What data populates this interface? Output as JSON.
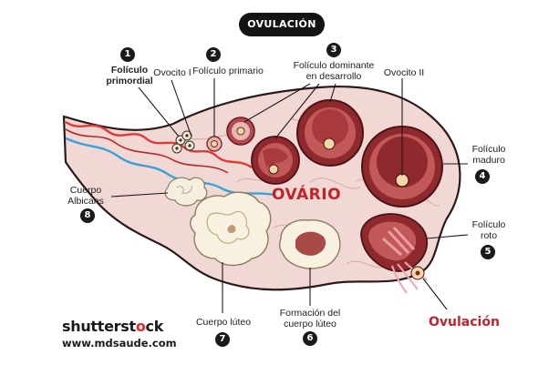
{
  "title": "OVULACIÓN",
  "organ_label": "OVÁRIO",
  "ovulation_label": "Ovulación",
  "brand": {
    "name_start": "shutterst",
    "name_o": "o",
    "name_end": "ck",
    "site": "www.mdsaude.com"
  },
  "labels": {
    "primordial": {
      "number": "1",
      "line1": "Folículo",
      "line2": "primordial"
    },
    "oocyte_one": {
      "text": "Ovocito I"
    },
    "primary": {
      "number": "2",
      "text": "Folículo primario"
    },
    "dominant": {
      "number": "3",
      "line1": "Folículo dominante",
      "line2": "en desarrollo"
    },
    "oocyte_two": {
      "text": "Ovocito II"
    },
    "mature": {
      "number": "4",
      "line1": "Folículo",
      "line2": "maduro"
    },
    "ruptured": {
      "number": "5",
      "line1": "Folículo",
      "line2": "roto"
    },
    "corpus_luteum_formation": {
      "number": "6",
      "line1": "Formación del",
      "line2": "cuerpo lúteo"
    },
    "corpus_luteum": {
      "number": "7",
      "text": "Cuerpo lúteo"
    },
    "corpus_albicans": {
      "number": "8",
      "line1": "Cuerpo",
      "line2": "Albicans"
    }
  },
  "colors": {
    "ovary_fill": "#f1d8d5",
    "ovary_stroke": "#2a1a1a",
    "follicle_outer": "#8e2a2e",
    "follicle_inner": "#c2585a",
    "antrum": "#a83a3e",
    "egg": "#f3d7a8",
    "vessel_red": "#e03a34",
    "vessel_blue": "#3aa0d8",
    "accent_red": "#c0242b",
    "badge": "#1a1a1a"
  }
}
